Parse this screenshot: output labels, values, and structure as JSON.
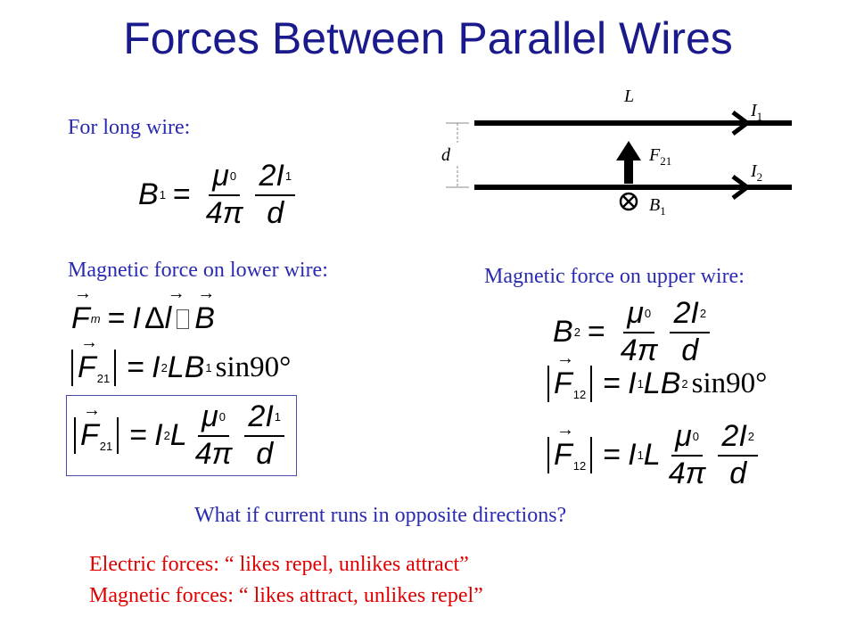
{
  "slide": {
    "title": "Forces Between Parallel Wires",
    "long_wire_label": "For long wire:",
    "lower_wire_label": "Magnetic force on lower wire:",
    "upper_wire_label": "Magnetic force on upper wire:",
    "question": "What if current runs in opposite directions?",
    "electric_rule": "Electric forces: “ likes repel, unlikes attract”",
    "magnetic_rule": "Magnetic forces: “ likes attract, unlikes repel”"
  },
  "equations": {
    "b1": {
      "lhs": "B",
      "lhs_sub": "1",
      "mu": "μ",
      "mu_sub": "0",
      "four_pi": "4π",
      "two_i": "2I",
      "i_sub": "1",
      "d": "d"
    },
    "fm": {
      "F": "F",
      "F_sub": "m",
      "I": "I",
      "delta": "Δ",
      "l": "l",
      "B": "B"
    },
    "f21_sin": {
      "F": "F",
      "F_sub": "21",
      "I": "I",
      "I_sub": "2",
      "L": "L",
      "B": "B",
      "B_sub": "1",
      "sin": "sin90°"
    },
    "f21_full": {
      "F": "F",
      "F_sub": "21",
      "I": "I",
      "I_sub": "2",
      "L": "L",
      "mu": "μ",
      "mu_sub": "0",
      "four_pi": "4π",
      "two_i": "2I",
      "i_sub": "1",
      "d": "d"
    },
    "b2": {
      "lhs": "B",
      "lhs_sub": "2",
      "mu": "μ",
      "mu_sub": "0",
      "four_pi": "4π",
      "two_i": "2I",
      "i_sub": "2",
      "d": "d"
    },
    "f12_sin": {
      "F": "F",
      "F_sub": "12",
      "I": "I",
      "I_sub": "1",
      "L": "L",
      "B": "B",
      "B_sub": "2",
      "sin": "sin90°"
    },
    "f12_full": {
      "F": "F",
      "F_sub": "12",
      "I": "I",
      "I_sub": "1",
      "L": "L",
      "mu": "μ",
      "mu_sub": "0",
      "four_pi": "4π",
      "two_i": "2I",
      "i_sub": "2",
      "d": "d"
    }
  },
  "diagram": {
    "L": "L",
    "d": "d",
    "I1": "I",
    "I1_sub": "1",
    "I2": "I",
    "I2_sub": "2",
    "F": "F",
    "F_sub": "21",
    "B": "B",
    "B_sub": "1"
  }
}
